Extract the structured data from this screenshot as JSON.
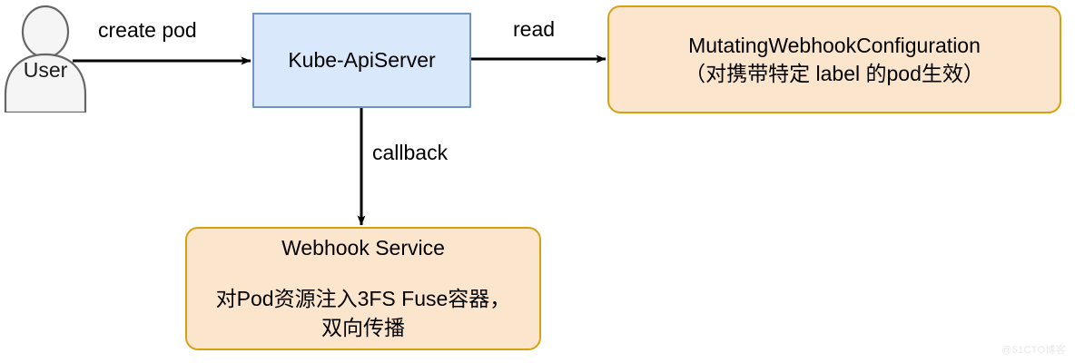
{
  "diagram": {
    "title": "Kubernetes MutatingWebhook pod injection flow",
    "background": "#ffffff",
    "colors": {
      "process_fill": "#dae8fc",
      "process_stroke": "#7093c4",
      "rounded_fill": "#fce5cd",
      "rounded_stroke": "#d6a111",
      "actor_fill": "#f5f5f5",
      "actor_stroke": "#666666",
      "edge_stroke": "#000000",
      "watermark": "#e8e8e8"
    }
  },
  "nodes": {
    "actor": {
      "label": "User",
      "shape": "actor-person"
    },
    "apiserver": {
      "label": "Kube-ApiServer",
      "shape": "rectangle"
    },
    "mutating_webhook_config": {
      "title": "MutatingWebhookConfiguration",
      "subtitle": "（对携带特定 label 的pod生效）",
      "shape": "rounded-rectangle"
    },
    "webhook_service": {
      "title": "Webhook Service",
      "body_line1": "对Pod资源注入3FS Fuse容器，",
      "body_line2": "双向传播",
      "shape": "rounded-rectangle"
    }
  },
  "edges": [
    {
      "id": "create-pod",
      "label": "create pod",
      "from": "actor",
      "to": "apiserver",
      "direction": "right"
    },
    {
      "id": "read",
      "label": "read",
      "from": "apiserver",
      "to": "mutating_webhook_config",
      "direction": "right"
    },
    {
      "id": "callback",
      "label": "callback",
      "from": "apiserver",
      "to": "webhook_service",
      "direction": "down"
    }
  ],
  "watermark": {
    "text": "@51CTO博客"
  }
}
